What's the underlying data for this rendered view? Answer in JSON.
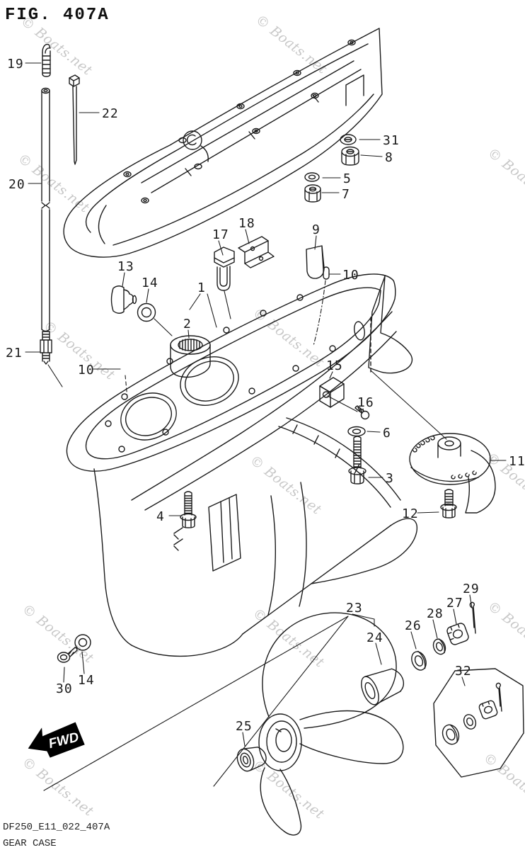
{
  "title": "FIG. 407A",
  "watermark": {
    "text": "© Boats.net"
  },
  "footer": {
    "code": "DF250_E11_022_407A",
    "caption": "GEAR CASE"
  },
  "fwd": {
    "label": "FWD"
  },
  "colors": {
    "line": "#1b1b1b",
    "watermark": "#c8c8c8",
    "background": "#ffffff",
    "fwd_fill": "#000000"
  },
  "callouts": {
    "c1": {
      "label": "1"
    },
    "c2": {
      "label": "2"
    },
    "c3": {
      "label": "3"
    },
    "c4": {
      "label": "4"
    },
    "c5": {
      "label": "5"
    },
    "c6": {
      "label": "6"
    },
    "c7": {
      "label": "7"
    },
    "c8": {
      "label": "8"
    },
    "c9": {
      "label": "9"
    },
    "c10_upper": {
      "label": "10"
    },
    "c10_left": {
      "label": "10"
    },
    "c11": {
      "label": "11"
    },
    "c12": {
      "label": "12"
    },
    "c13": {
      "label": "13"
    },
    "c14_upper": {
      "label": "14"
    },
    "c14_lower": {
      "label": "14"
    },
    "c15": {
      "label": "15"
    },
    "c16": {
      "label": "16"
    },
    "c17": {
      "label": "17"
    },
    "c18": {
      "label": "18"
    },
    "c19": {
      "label": "19"
    },
    "c20": {
      "label": "20"
    },
    "c21": {
      "label": "21"
    },
    "c22": {
      "label": "22"
    },
    "c23": {
      "label": "23"
    },
    "c24": {
      "label": "24"
    },
    "c25": {
      "label": "25"
    },
    "c26": {
      "label": "26"
    },
    "c27": {
      "label": "27"
    },
    "c28": {
      "label": "28"
    },
    "c29": {
      "label": "29"
    },
    "c30": {
      "label": "30"
    },
    "c31": {
      "label": "31"
    },
    "c32": {
      "label": "32"
    }
  }
}
